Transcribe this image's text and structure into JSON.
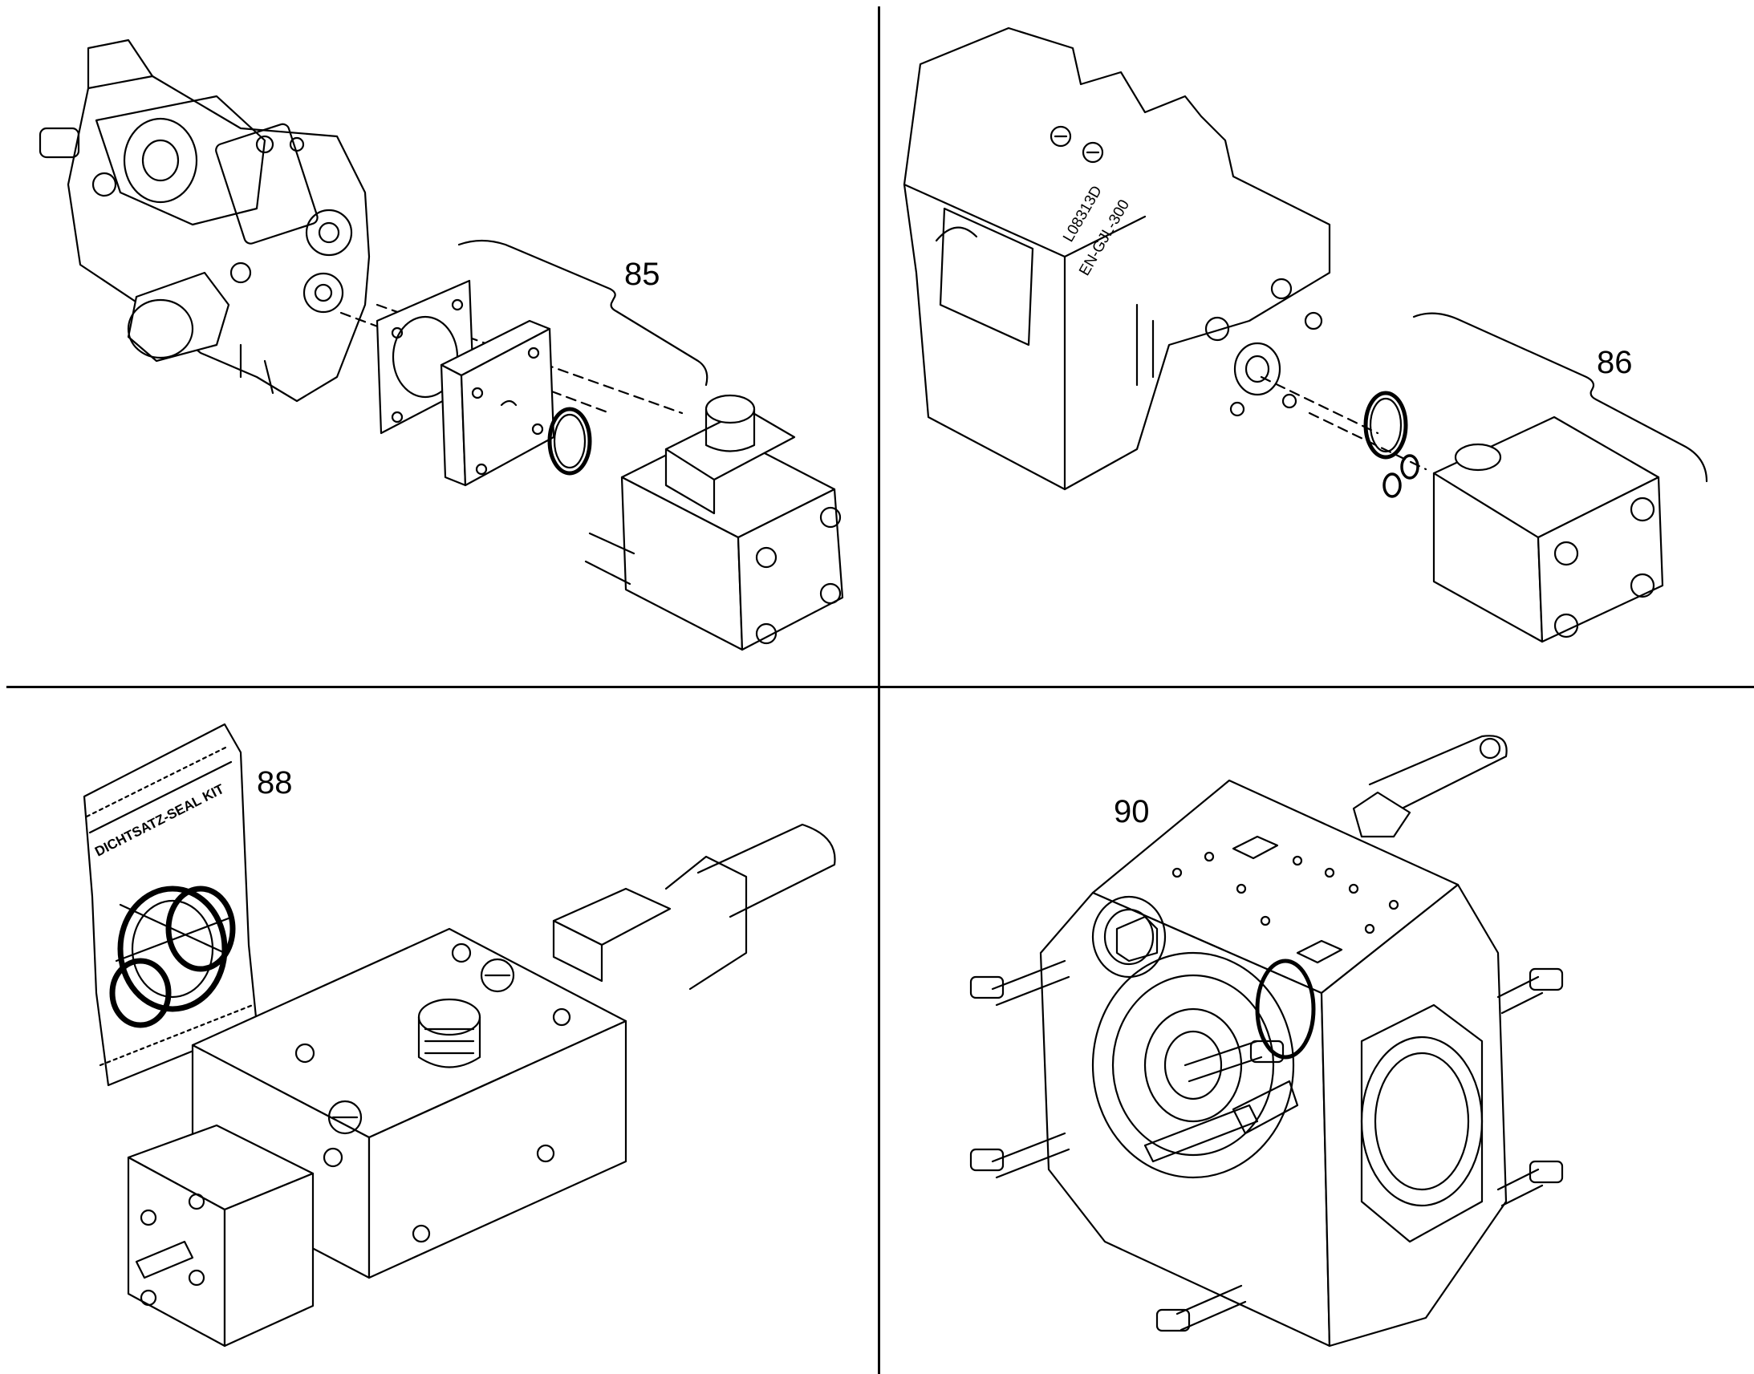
{
  "callouts": {
    "q1": "85",
    "q2": "86",
    "q3": "88",
    "q4": "90"
  },
  "labels": {
    "valve_body_marking_line1": "L08313D",
    "valve_body_marking_line2": "EN-GJL-300",
    "seal_kit_bag": "DICHTSATZ-SEAL KIT"
  },
  "colors": {
    "line": "#000000",
    "background": "#ffffff"
  }
}
